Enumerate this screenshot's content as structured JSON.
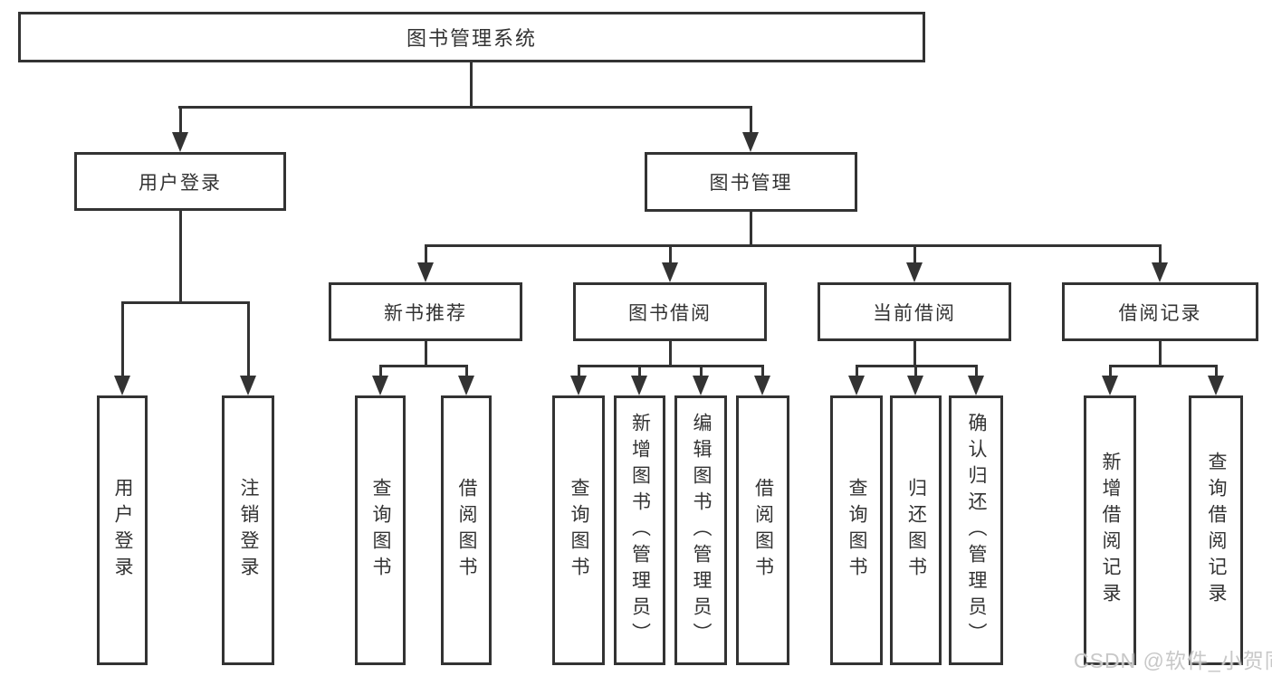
{
  "diagram": {
    "root": {
      "label": "图书管理系统"
    },
    "level2": [
      {
        "label": "用户登录"
      },
      {
        "label": "图书管理"
      }
    ],
    "level3": [
      {
        "label": "新书推荐"
      },
      {
        "label": "图书借阅"
      },
      {
        "label": "当前借阅"
      },
      {
        "label": "借阅记录"
      }
    ],
    "leaves": {
      "login": [
        "用户登录",
        "注销登录"
      ],
      "recommend": [
        "查询图书",
        "借阅图书"
      ],
      "borrow": [
        "查询图书",
        "新增图书（管理员）",
        "编辑图书（管理员）",
        "借阅图书"
      ],
      "current": [
        "查询图书",
        "归还图书",
        "确认归还（管理员）"
      ],
      "records": [
        "新增借阅记录",
        "查询借阅记录"
      ]
    },
    "colors": {
      "line": "#333333",
      "text": "#333333",
      "background": "#ffffff",
      "watermark": "#c8c8c8"
    }
  },
  "watermark": {
    "text": "CSDN @软件_小贺同学"
  }
}
